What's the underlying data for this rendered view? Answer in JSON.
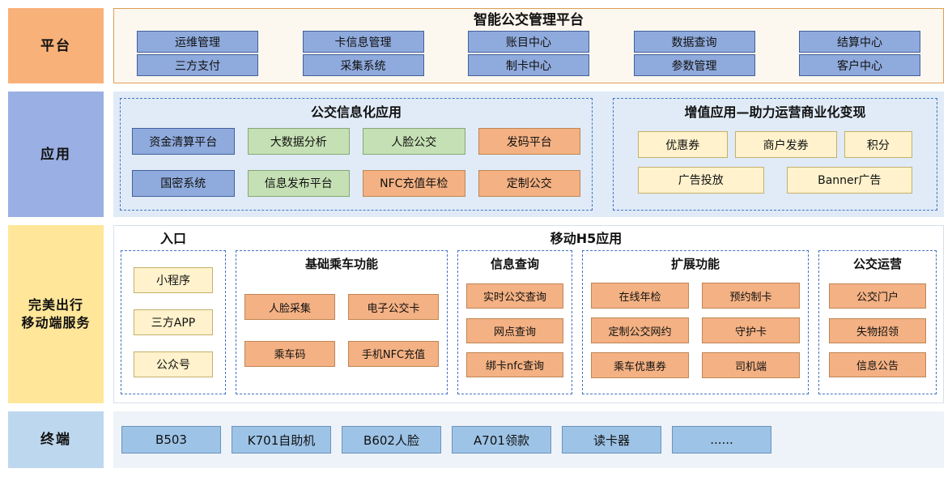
{
  "colors": {
    "platform_label_bg": "#F8B179",
    "application_label_bg": "#9AAFE3",
    "mobile_label_bg": "#FFE699",
    "terminal_label_bg": "#BDD7EE",
    "blue_box": "#8FAADC",
    "green_box": "#C5E0B4",
    "orange_box": "#F4B183",
    "yellow_box": "#FFF2CC",
    "terminal_box": "#9DC3E6",
    "dashed_border": "#4472C4"
  },
  "platform": {
    "label": "平台",
    "title": "智能公交管理平台",
    "row1": [
      "运维管理",
      "卡信息管理",
      "账目中心",
      "数据查询",
      "结算中心"
    ],
    "row2": [
      "三方支付",
      "采集系统",
      "制卡中心",
      "参数管理",
      "客户中心"
    ]
  },
  "application": {
    "label": "应用",
    "info": {
      "title": "公交信息化应用",
      "items": [
        {
          "label": "资金清算平台",
          "color": "blue"
        },
        {
          "label": "大数据分析",
          "color": "green"
        },
        {
          "label": "人脸公交",
          "color": "green"
        },
        {
          "label": "发码平台",
          "color": "orange"
        },
        {
          "label": "国密系统",
          "color": "blue"
        },
        {
          "label": "信息发布平台",
          "color": "green"
        },
        {
          "label": "NFC充值年检",
          "color": "orange"
        },
        {
          "label": "定制公交",
          "color": "orange"
        }
      ]
    },
    "value_added": {
      "title": "增值应用—助力运营商业化变现",
      "row1": [
        "优惠券",
        "商户发券",
        "积分"
      ],
      "row2": [
        "广告投放",
        "Banner广告"
      ]
    }
  },
  "mobile": {
    "label_line1": "完美出行",
    "label_line2": "移动端服务",
    "entry": {
      "title": "入口",
      "items": [
        "小程序",
        "三方APP",
        "公众号"
      ]
    },
    "h5_title": "移动H5应用",
    "groups": [
      {
        "title": "基础乘车功能",
        "items": [
          "人脸采集",
          "电子公交卡",
          "乘车码",
          "手机NFC充值"
        ]
      },
      {
        "title": "信息查询",
        "items": [
          "实时公交查询",
          "网点查询",
          "绑卡nfc查询"
        ]
      },
      {
        "title": "扩展功能",
        "items": [
          "在线年检",
          "预约制卡",
          "定制公交网约",
          "守护卡",
          "乘车优惠券",
          "司机端"
        ]
      },
      {
        "title": "公交运营",
        "items": [
          "公交门户",
          "失物招领",
          "信息公告"
        ]
      }
    ]
  },
  "terminal": {
    "label": "终端",
    "items": [
      "B503",
      "K701自助机",
      "B602人脸",
      "A701领款",
      "读卡器",
      "......"
    ]
  }
}
